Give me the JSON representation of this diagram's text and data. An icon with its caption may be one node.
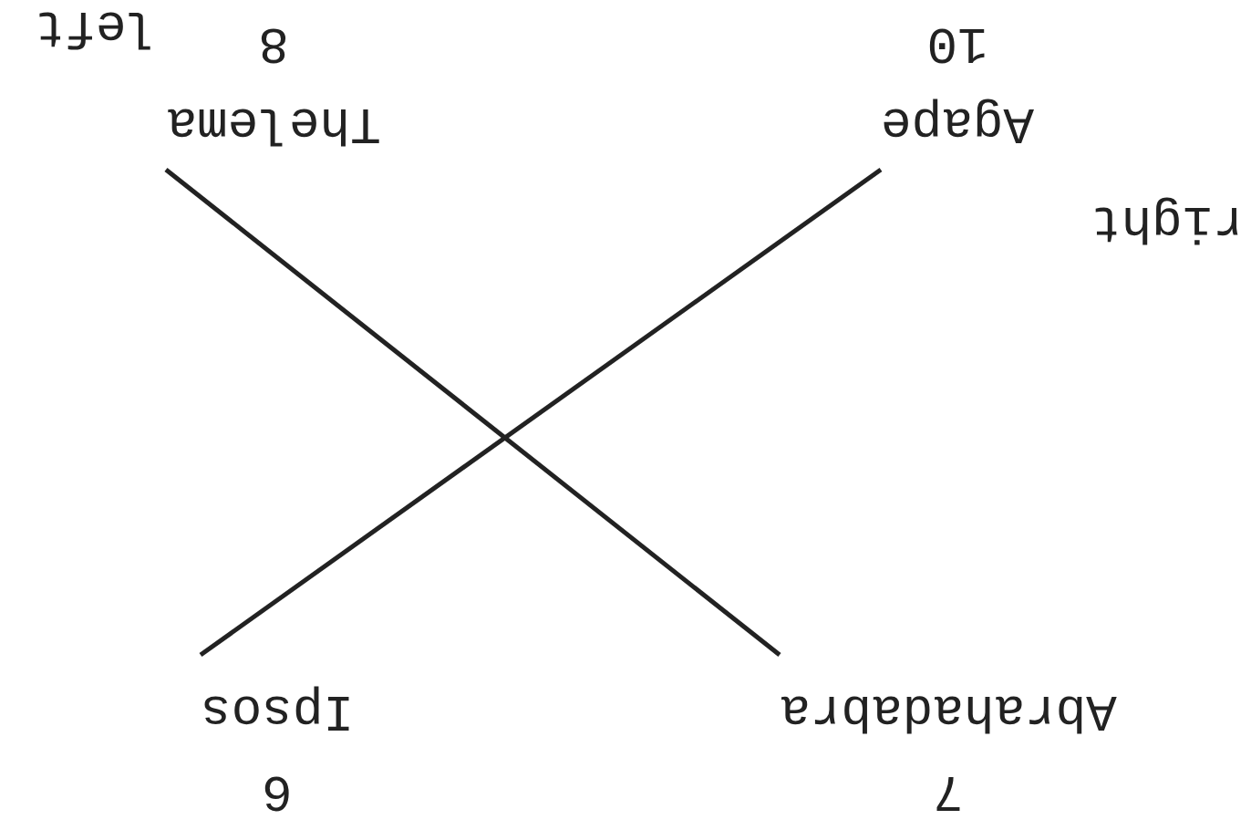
{
  "diagram": {
    "nodes": [
      {
        "text": [
          "Abrahadabra"
        ],
        "beside": [
          "7"
        ]
      },
      {
        "text": [
          "Ipsos"
        ],
        "beside": [
          "6"
        ]
      },
      {
        "text": [
          "Agape"
        ],
        "beside": [
          "10"
        ]
      },
      {
        "text": [
          "Thelema"
        ],
        "beside": [
          "8"
        ]
      }
    ],
    "edges": [
      {
        "from": 3,
        "to": 0,
        "arrow": "none"
      },
      {
        "from": 2,
        "to": 1,
        "arrow": "none"
      }
    ],
    "labels": [
      "right",
      "left"
    ]
  }
}
